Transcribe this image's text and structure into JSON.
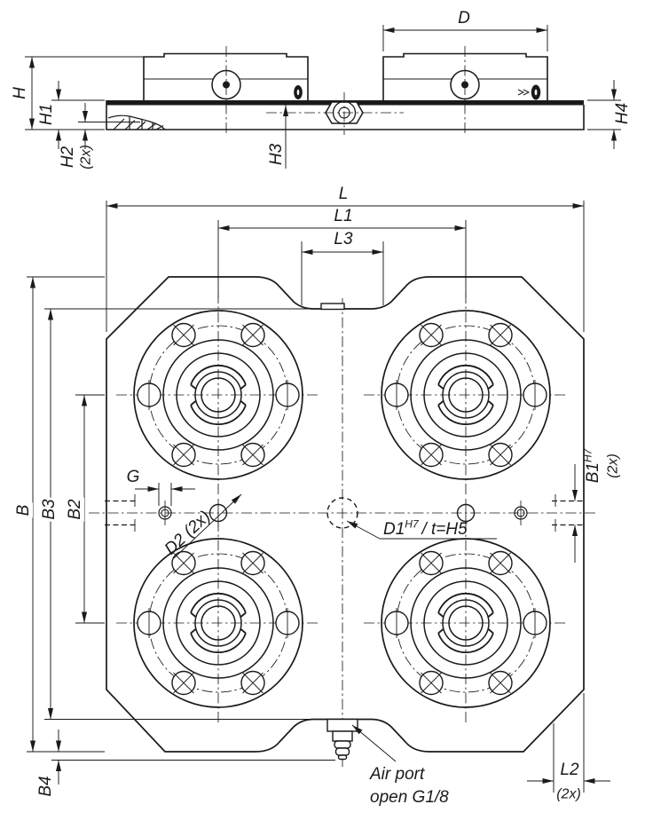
{
  "drawing": {
    "kind": "technical-drawing",
    "colors": {
      "line": "#1a1a1a",
      "background": "#ffffff"
    },
    "side_view": {
      "dim_h": "H",
      "dim_h1": "H1",
      "dim_h2": "H2",
      "dim_h2_qty": "(2x)",
      "dim_h3": "H3",
      "dim_h4": "H4",
      "dim_d": "D"
    },
    "top_view": {
      "dim_l": "L",
      "dim_l1": "L1",
      "dim_l3": "L3",
      "dim_b": "B",
      "dim_b2": "B2",
      "dim_b3": "B3",
      "dim_b4": "B4",
      "dim_l2": "L2",
      "dim_l2_qty": "(2x)",
      "dim_g": "G",
      "dim_b1_base": "B1",
      "dim_b1_sup": "H7",
      "dim_b1_qty": "(2x)",
      "dim_d2": "D2 (2x)",
      "dim_d1_base": "D1",
      "dim_d1_sup": "H7",
      "dim_d1_suffix": "/ t=H5",
      "air_port_note_line1": "Air port",
      "air_port_note_line2": "open G1/8"
    }
  }
}
